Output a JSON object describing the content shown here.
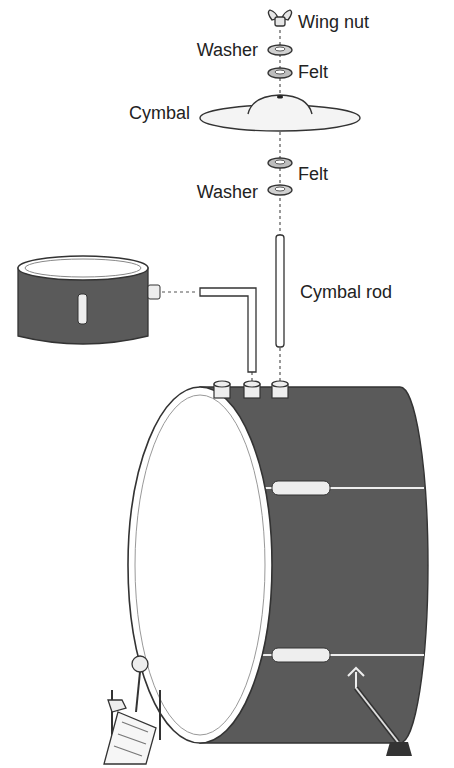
{
  "diagram": {
    "labels": [
      "Wing nut",
      "Washer",
      "Felt",
      "Cymbal",
      "Felt",
      "Washer",
      "Cymbal rod"
    ]
  }
}
